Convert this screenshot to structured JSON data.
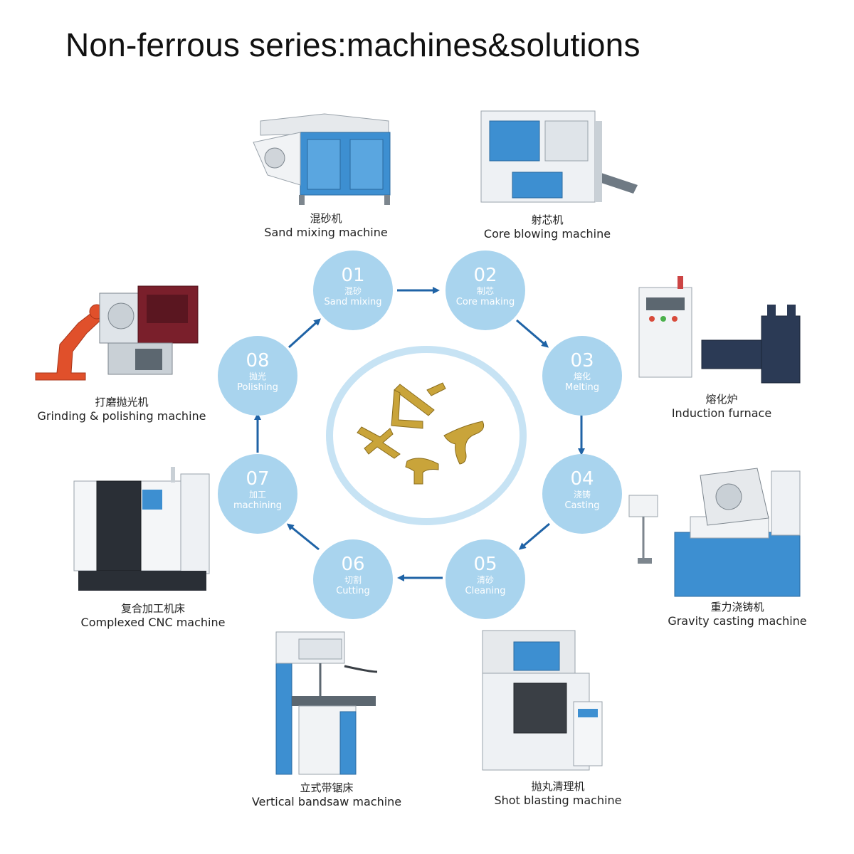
{
  "title": "Non-ferrous series:machines&solutions",
  "colors": {
    "step_fill": "#a9d4ee",
    "arrow": "#1f63a6",
    "ring": "#c7e3f4",
    "machine_blue": "#3d8fd1",
    "machine_gray": "#e6e9ec",
    "robot_orange": "#e0502b",
    "part_brass": "#c9a43a"
  },
  "steps": [
    {
      "num": "01",
      "cn": "混砂",
      "en": "Sand mixing"
    },
    {
      "num": "02",
      "cn": "制芯",
      "en": "Core making"
    },
    {
      "num": "03",
      "cn": "熔化",
      "en": "Melting"
    },
    {
      "num": "04",
      "cn": "浇铸",
      "en": "Casting"
    },
    {
      "num": "05",
      "cn": "清砂",
      "en": "Cleaning"
    },
    {
      "num": "06",
      "cn": "切割",
      "en": "Cutting"
    },
    {
      "num": "07",
      "cn": "加工",
      "en": "machining"
    },
    {
      "num": "08",
      "cn": "抛光",
      "en": "Polishing"
    }
  ],
  "machines": [
    {
      "cn": "混砂机",
      "en": "Sand mixing machine",
      "icon": "sand-mixer-icon"
    },
    {
      "cn": "射芯机",
      "en": "Core blowing machine",
      "icon": "core-blower-icon"
    },
    {
      "cn": "熔化炉",
      "en": "Induction furnace",
      "icon": "furnace-icon"
    },
    {
      "cn": "重力浇铸机",
      "en": "Gravity casting machine",
      "icon": "gravity-caster-icon"
    },
    {
      "cn": "抛丸清理机",
      "en": "Shot blasting machine",
      "icon": "shot-blaster-icon"
    },
    {
      "cn": "立式带锯床",
      "en": "Vertical bandsaw machine",
      "icon": "bandsaw-icon"
    },
    {
      "cn": "复合加工机床",
      "en": "Complexed CNC machine",
      "icon": "cnc-icon"
    },
    {
      "cn": "打磨抛光机",
      "en": "Grinding & polishing machine",
      "icon": "polisher-robot-icon"
    }
  ]
}
